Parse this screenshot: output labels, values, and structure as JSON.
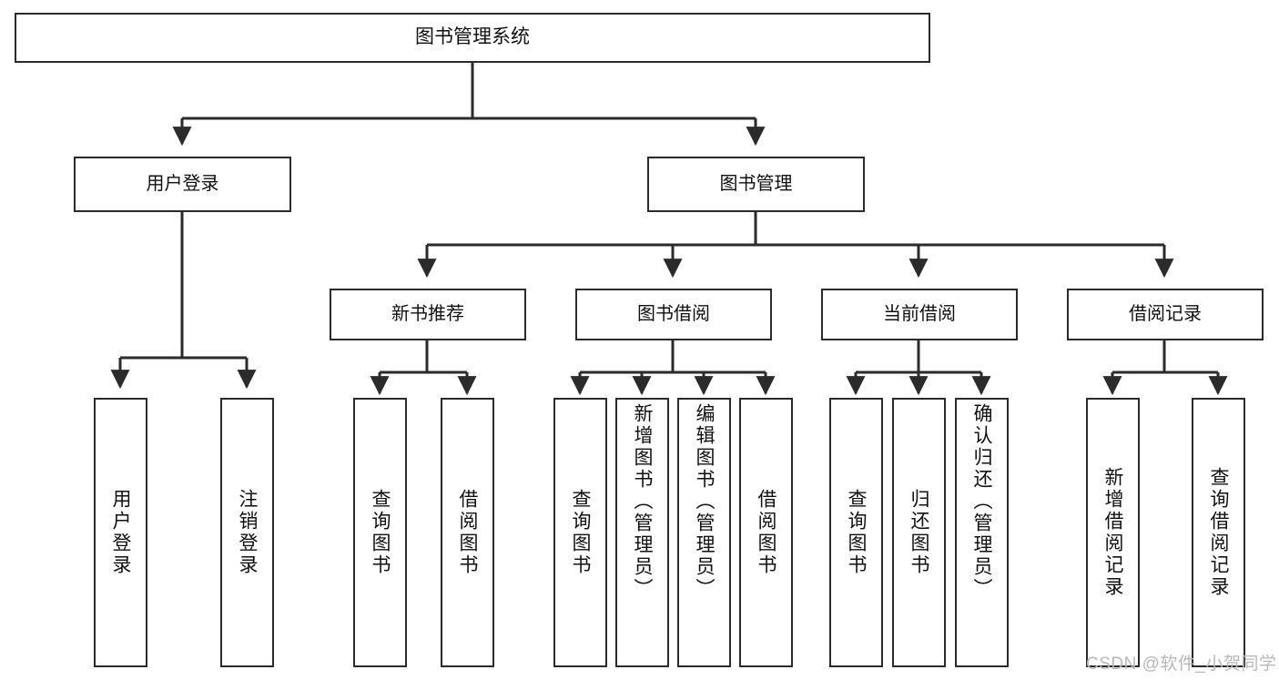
{
  "diagram": {
    "title": "图书管理系统",
    "type": "tree-hierarchy",
    "background_color": "#ffffff",
    "line_color": "#2b2b2b",
    "text_color": "#111111"
  },
  "nodes": {
    "root": {
      "label": "图书管理系统"
    },
    "level1": [
      {
        "label": "用户登录"
      },
      {
        "label": "图书管理"
      }
    ],
    "level2": [
      {
        "label": "新书推荐"
      },
      {
        "label": "图书借阅"
      },
      {
        "label": "当前借阅"
      },
      {
        "label": "借阅记录"
      }
    ],
    "leaves": {
      "user_login": [
        {
          "label": "用户登录"
        },
        {
          "label": "注销登录"
        }
      ],
      "new_book_recommend": [
        {
          "label": "查询图书"
        },
        {
          "label": "借阅图书"
        }
      ],
      "book_borrow": [
        {
          "label": "查询图书"
        },
        {
          "label": "新增图书（管理员）"
        },
        {
          "label": "编辑图书（管理员）"
        },
        {
          "label": "借阅图书"
        }
      ],
      "current_borrow": [
        {
          "label": "查询图书"
        },
        {
          "label": "归还图书"
        },
        {
          "label": "确认归还（管理员）"
        }
      ],
      "borrow_record": [
        {
          "label": "新增借阅记录"
        },
        {
          "label": "查询借阅记录"
        }
      ]
    }
  },
  "watermark": {
    "text": "CSDN @软件_小贺同学"
  }
}
